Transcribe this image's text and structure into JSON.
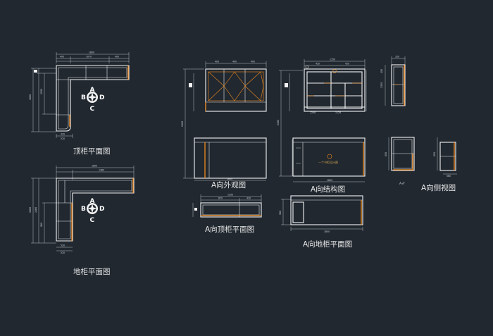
{
  "labels": {
    "top_cabinet_plan": "顶柜平面图",
    "base_cabinet_plan": "地柜平面图",
    "a_elevation": "A向外观图",
    "a_structure": "A向结构图",
    "a_side_view": "A向侧视图",
    "a_top_cabinet_plan": "A向顶柜平面图",
    "a_base_cabinet_plan": "A向地柜平面图"
  },
  "compass": {
    "a": "A",
    "b": "B",
    "c": "C",
    "d": "D"
  },
  "watermark": "一个书柜设计图",
  "side_note": "A-A'",
  "colors": {
    "background": "#212830",
    "line": "#f4f4f4",
    "accent": "#f08a1c",
    "text": "#e6e6e6"
  }
}
